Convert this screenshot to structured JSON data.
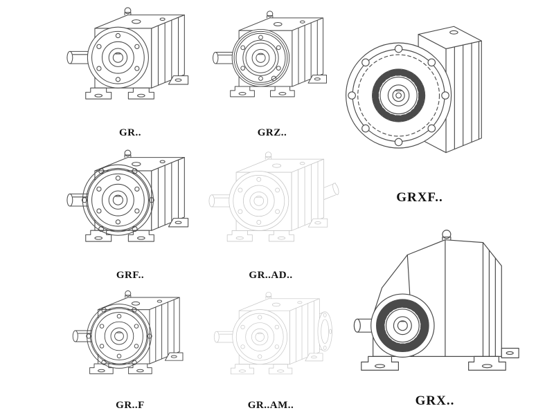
{
  "page": {
    "background": "#ffffff",
    "ink": "#4a4a4a",
    "phantom_ink": "#c6c6c6",
    "label_color": "#111111"
  },
  "figures": [
    {
      "id": "gr",
      "label": "GR..",
      "drawing": "foot-mounted-helical-gear-unit"
    },
    {
      "id": "grz",
      "label": "GRZ..",
      "drawing": "foot-mounted-helical-gear-unit-z"
    },
    {
      "id": "grxf",
      "label": "GRXF..",
      "drawing": "flange-mounted-helical-gear-unit"
    },
    {
      "id": "grf",
      "label": "GRF..",
      "drawing": "flange-foot-helical-gear-unit"
    },
    {
      "id": "grad",
      "label": "GR..AD..",
      "drawing": "gear-unit-with-input-adapter-phantom"
    },
    {
      "id": "grff",
      "label": "GR..F",
      "drawing": "flange-foot-helical-gear-unit"
    },
    {
      "id": "gram",
      "label": "GR..AM..",
      "drawing": "gear-unit-with-motor-flange-phantom"
    },
    {
      "id": "grx",
      "label": "GRX..",
      "drawing": "large-foot-mounted-helical-gear-unit"
    }
  ]
}
